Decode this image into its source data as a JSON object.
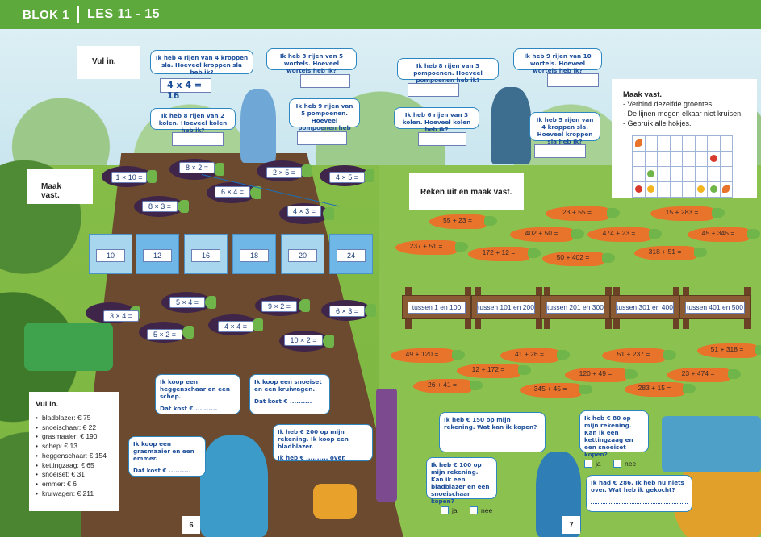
{
  "header": {
    "blok": "BLOK 1",
    "les": "LES 11 - 15"
  },
  "instructions": {
    "vul_in_top": "Vul in.",
    "maak_vast_left": "Maak vast.",
    "reken_uit": "Reken uit en maak vast.",
    "maak_vast_right_title": "Maak vast.",
    "maak_vast_right_lines": [
      "- Verbind dezelfde groentes.",
      "- De lijnen mogen elkaar niet kruisen.",
      "- Gebruik alle hokjes."
    ]
  },
  "bubbles_top": {
    "kroppen": "Ik heb 4 rijen van 4 kroppen sla. Hoeveel kroppen sla heb ik?",
    "kroppen_answer": "4 x 4 = 16",
    "wortels5": "Ik heb 3 rijen van 5 wortels. Hoeveel wortels heb ik?",
    "kolen": "Ik heb 8 rijen van 2 kolen. Hoeveel kolen heb ik?",
    "pompoenen5": "Ik heb 9 rijen van 5 pompoenen. Hoeveel pompoenen heb ik?",
    "pompoenen3": "Ik heb 8 rijen van 3 pompoenen. Hoeveel pompoenen heb ik?",
    "wortels10": "Ik heb 9 rijen van 10 wortels. Hoeveel wortels heb ik?",
    "kolen3": "Ik heb 6 rijen van 3 kolen. Hoeveel kolen heb ik?",
    "kroppen5": "Ik heb 5 rijen van 4 kroppen sla. Hoeveel kroppen sla heb ik?"
  },
  "eggplants": [
    "1 × 10 =",
    "8 × 2 =",
    "2 × 5 =",
    "4 × 5 =",
    "6 × 4 =",
    "8 × 3 =",
    "4 × 3 =",
    "5 × 4 =",
    "3 × 4 =",
    "9 × 2 =",
    "6 × 3 =",
    "4 × 4 =",
    "5 × 2 =",
    "10 × 2 ="
  ],
  "crates": [
    "10",
    "12",
    "16",
    "18",
    "20",
    "24"
  ],
  "carrots_top": [
    "55 + 23 =",
    "23 + 55 =",
    "15 + 283 =",
    "402 + 50 =",
    "474 + 23 =",
    "45 + 345 =",
    "237 + 51 =",
    "172 + 12 =",
    "50 + 402 =",
    "318 + 51 ="
  ],
  "signs": [
    "tussen 1 en 100",
    "tussen 101 en 200",
    "tussen 201 en 300",
    "tussen 301 en 400",
    "tussen 401 en 500"
  ],
  "carrots_bottom": [
    "49 + 120 =",
    "41 + 26 =",
    "51 + 237 =",
    "51 + 318 =",
    "12 + 172 =",
    "120 + 49 =",
    "23 + 474 =",
    "26 + 41 =",
    "345 + 45 =",
    "283 + 15 ="
  ],
  "prices": {
    "title": "Vul in.",
    "items": [
      "bladblazer: € 75",
      "snoeischaar: € 22",
      "grasmaaier: € 190",
      "schep: € 13",
      "heggenschaar: € 154",
      "kettingzaag: € 65",
      "snoeiset: € 31",
      "emmer: € 6",
      "kruiwagen: € 211"
    ]
  },
  "shopping": {
    "heggenschaar": "Ik koop een heggenschaar en een schep.",
    "heggenschaar_kost": "Dat kost € ..........",
    "snoeiset": "Ik koop een snoeiset en een kruiwagen.",
    "snoeiset_kost": "Dat kost € ..........",
    "grasmaaier": "Ik koop een grasmaaier en een emmer.",
    "grasmaaier_kost": "Dat kost € ..........",
    "rekening200": "Ik heb € 200 op mijn rekening. Ik koop een bladblazer.",
    "rekening200_over": "Ik heb € .......... over.",
    "rekening150": "Ik heb € 150 op mijn rekening. Wat kan ik kopen?",
    "rekening80": "Ik heb € 80 op mijn rekening. Kan ik een kettingzaag en een snoeiset kopen?",
    "rekening100": "Ik heb € 100 op mijn rekening. Kan ik een bladblazer en een snoeischaar kopen?",
    "had286": "Ik had € 286. Ik heb nu niets over. Wat heb ik gekocht?",
    "ja": "ja",
    "nee": "nee"
  },
  "pages": {
    "left": "6",
    "right": "7"
  }
}
